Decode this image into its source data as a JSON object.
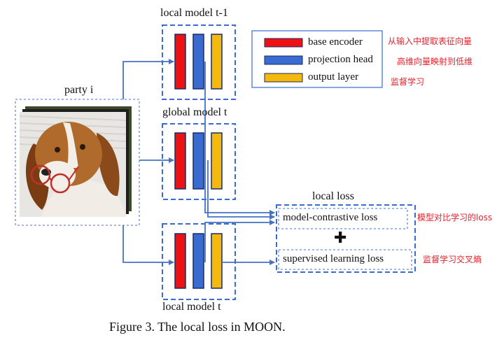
{
  "models": {
    "local_prev": "local model t-1",
    "global": "global model t",
    "local_curr": "local model t"
  },
  "party": "party i",
  "legend": {
    "items": [
      {
        "label": "base encoder",
        "color": "#ee1111",
        "note": "从输入中提取表征向量"
      },
      {
        "label": "projection head",
        "color": "#3a6bd0",
        "note": "高维向量映射到低维"
      },
      {
        "label": "output layer",
        "color": "#f5b80c",
        "note": "监督学习"
      }
    ]
  },
  "loss": {
    "title": "local loss",
    "contrastive": "model-contrastive loss",
    "supervised": "supervised learning loss",
    "plus": "✚",
    "contrastive_note": "模型对比学习的loss",
    "supervised_note": "监督学习交叉熵"
  },
  "caption": "Figure 3. The local loss in MOON.",
  "colors": {
    "dash": "#3a6bd0",
    "arrow": "#4472c4",
    "annotation": "#e8202a"
  }
}
